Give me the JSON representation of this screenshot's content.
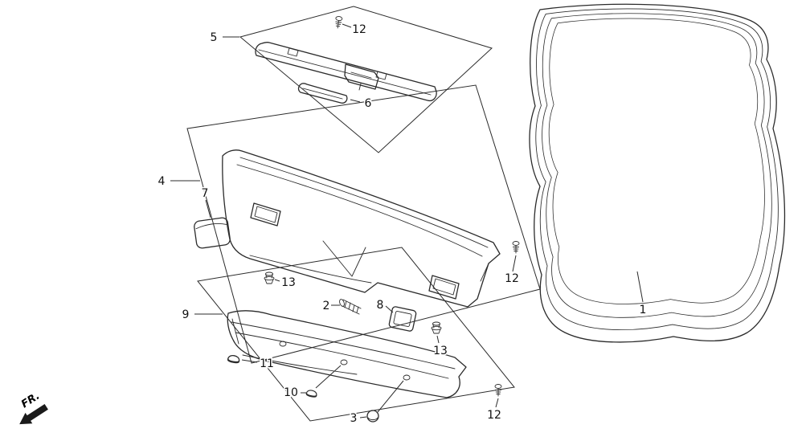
{
  "diagram": {
    "kind": "exploded-parts-diagram",
    "background": "#ffffff",
    "line_color": "#2b2b2b",
    "label_color": "#111111",
    "callouts": {
      "c12_top": "12",
      "c5": "5",
      "c6": "6",
      "c4": "4",
      "c7": "7",
      "c12_right": "12",
      "c13_upper": "13",
      "c2": "2",
      "c8": "8",
      "c1": "1",
      "c9": "9",
      "c13_lower": "13",
      "c11": "11",
      "c10": "10",
      "c3": "3",
      "c12_bottom": "12"
    },
    "fr_marker": "FR."
  }
}
